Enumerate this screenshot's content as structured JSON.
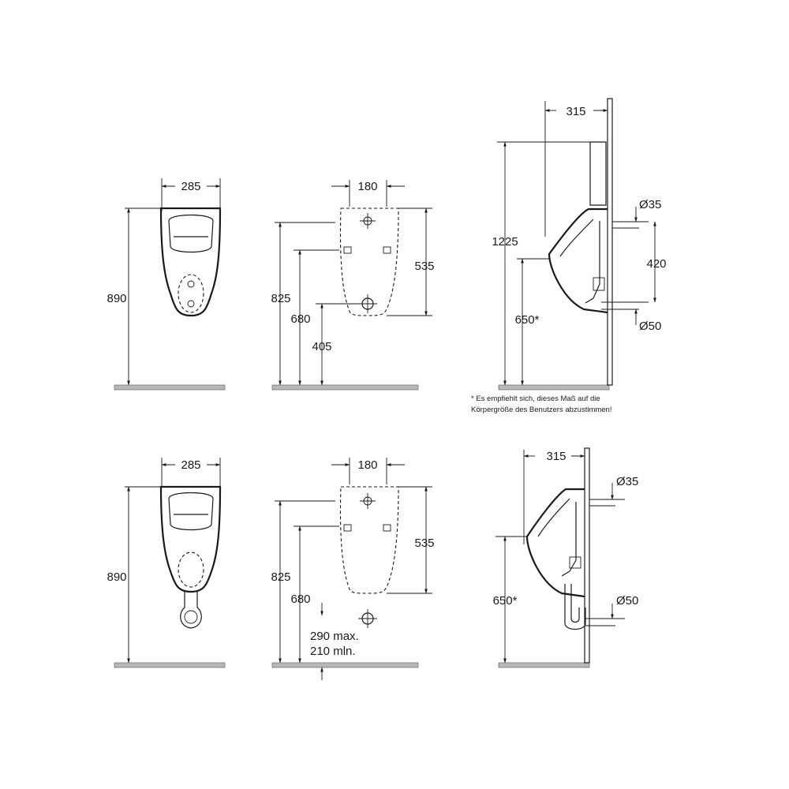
{
  "views": {
    "top_front": {
      "width": "285",
      "height": "890"
    },
    "top_rear": {
      "width": "180",
      "height": "535",
      "h1": "825",
      "h2": "680",
      "h3": "405"
    },
    "top_side": {
      "depth": "315",
      "height": "1225",
      "rim_height": "650*",
      "inlet": "Ø35",
      "outlet": "Ø50",
      "pipe_distance": "420"
    },
    "bottom_front": {
      "width": "285",
      "height": "890"
    },
    "bottom_rear": {
      "width": "180",
      "height": "535",
      "h1": "825",
      "h2": "680",
      "outlet_max": "290 max.",
      "outlet_min": "210 mln."
    },
    "bottom_side": {
      "depth": "315",
      "rim_height": "650*",
      "inlet": "Ø35",
      "outlet": "Ø50"
    }
  },
  "footnote": {
    "line1": "* Es empfiehlt sich, dieses Maß auf die",
    "line2": "Körpergröße des Benutzers abzustimmen!"
  }
}
